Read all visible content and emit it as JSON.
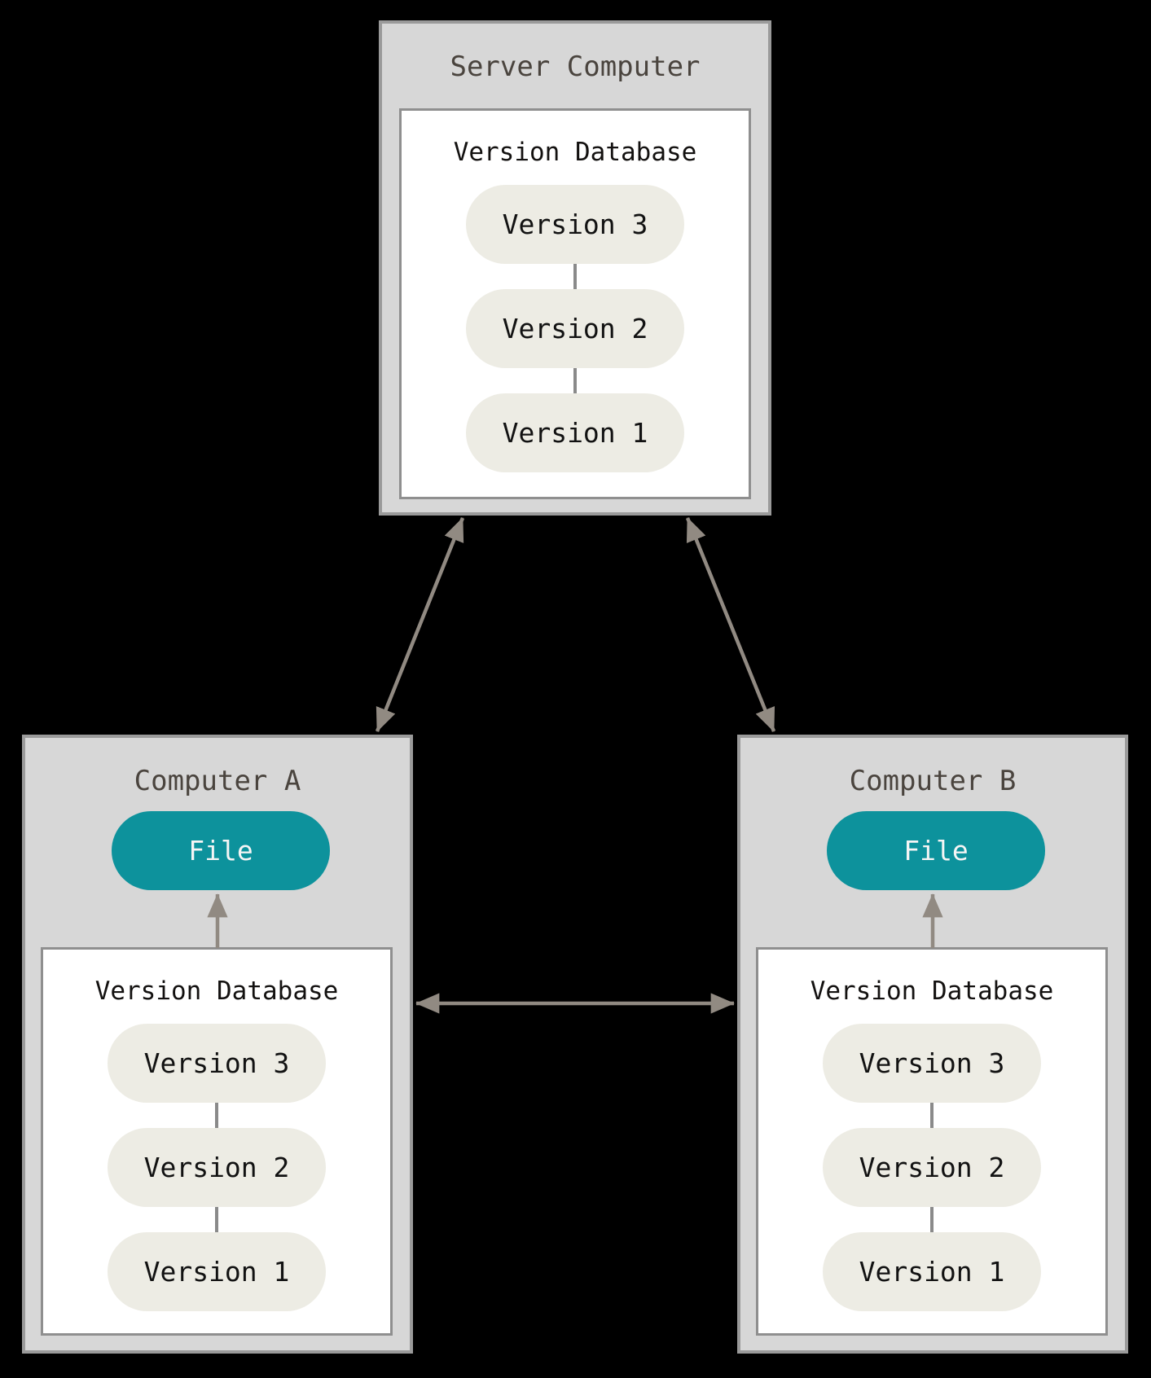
{
  "colors": {
    "background": "#000000",
    "box-fill": "#d7d7d7",
    "box-border": "#9a9a9a",
    "inner-fill": "#ffffff",
    "inner-border": "#8f8f8f",
    "pill-fill": "#edece4",
    "pill-text": "#121212",
    "title-text": "#4a443e",
    "db-label-text": "#131110",
    "file-fill": "#0d929c",
    "file-text": "#f5f5f5",
    "arrow": "#918a82",
    "connector": "#8a8a8a"
  },
  "server": {
    "title": "Server Computer",
    "database": {
      "label": "Version Database",
      "versions": [
        "Version 3",
        "Version 2",
        "Version 1"
      ]
    }
  },
  "computers": [
    {
      "title": "Computer A",
      "file_label": "File",
      "database": {
        "label": "Version Database",
        "versions": [
          "Version 3",
          "Version 2",
          "Version 1"
        ]
      }
    },
    {
      "title": "Computer B",
      "file_label": "File",
      "database": {
        "label": "Version Database",
        "versions": [
          "Version 3",
          "Version 2",
          "Version 1"
        ]
      }
    }
  ]
}
